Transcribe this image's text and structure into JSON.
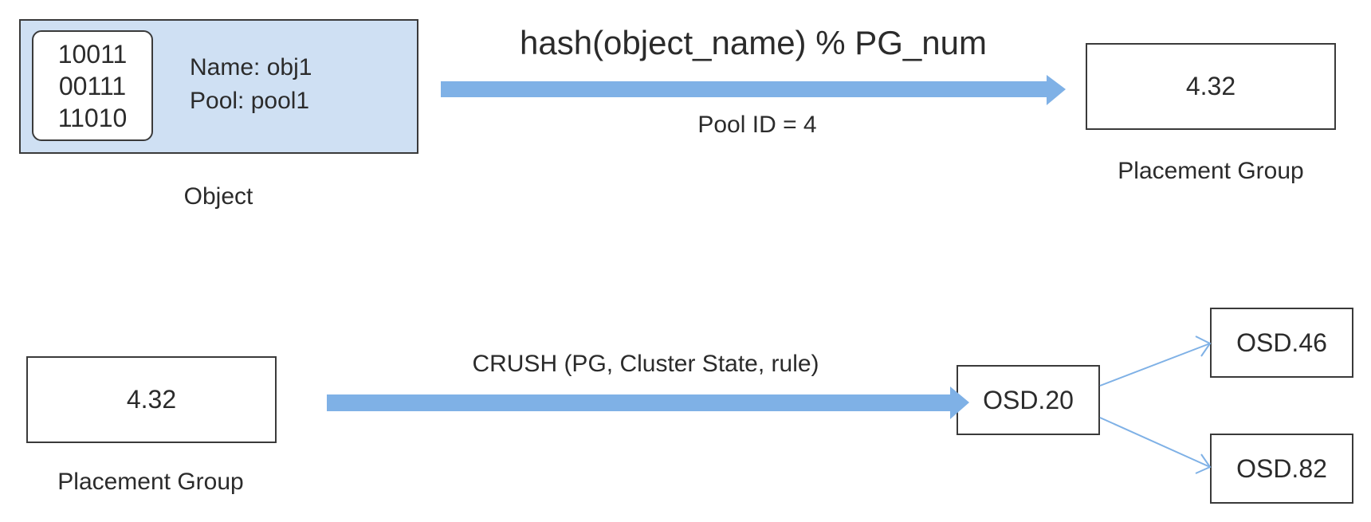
{
  "object": {
    "bits": [
      "10011",
      "00111",
      "11010"
    ],
    "name_line": "Name: obj1",
    "pool_line": "Pool: pool1",
    "caption": "Object"
  },
  "hash_step": {
    "formula": "hash(object_name) % PG_num",
    "pool_id": "Pool ID = 4"
  },
  "pg_top": {
    "value": "4.32",
    "caption": "Placement Group"
  },
  "pg_bottom": {
    "value": "4.32",
    "caption": "Placement Group"
  },
  "crush_step": {
    "label": "CRUSH (PG, Cluster State, rule)"
  },
  "osds": {
    "primary": "OSD.20",
    "replica_1": "OSD.46",
    "replica_2": "OSD.82"
  },
  "colors": {
    "arrow": "#7fb1e6",
    "object_fill": "#cfe0f3",
    "border": "#3a3a3a"
  }
}
